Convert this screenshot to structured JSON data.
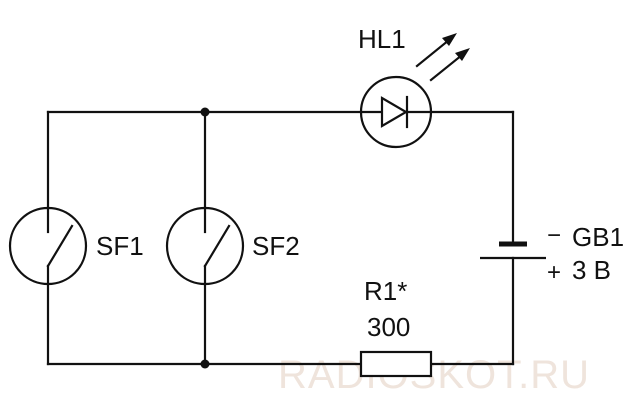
{
  "labels": {
    "led": "HL1",
    "switch1": "SF1",
    "switch2": "SF2",
    "resistor_name": "R1*",
    "resistor_value": "300",
    "battery_name": "GB1",
    "battery_voltage": "3 В",
    "battery_minus": "−",
    "battery_plus": "+"
  },
  "watermark": "RADIOSKOT.RU"
}
